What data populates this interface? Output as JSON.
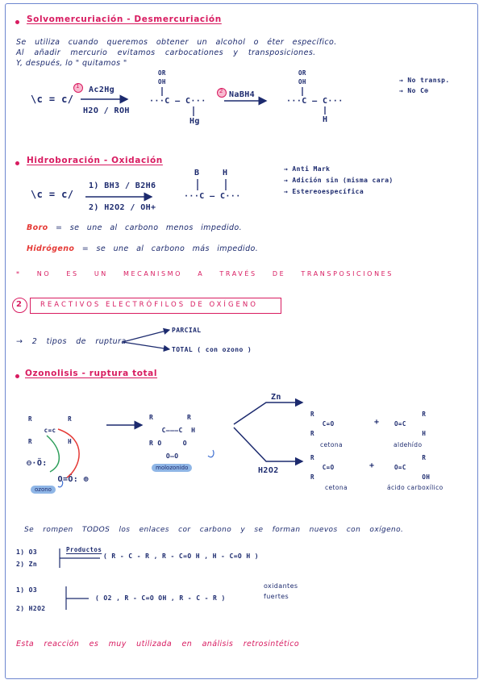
{
  "s1": {
    "title": "Solvomercuriación - Desmercuriación",
    "line1": "Se utiliza cuando queremos obtener un alcohol o éter específico.",
    "line2": "Al añadir mercurio evitamos carbocationes y transposiciones.",
    "line3": "Y, después, lo \" quitamos \"",
    "alkene": "\\c = c/",
    "step1_num": "1",
    "reagent1": "Ac2Hg",
    "solvent1": "H2O / ROH",
    "or1": "OR",
    "oh1": "OH",
    "hg_label": "Hg",
    "step2_num": "2",
    "reagent2": "NaBH4",
    "or2": "OR",
    "oh2": "OH",
    "h_label": "H",
    "note1": "→ No transp.",
    "note2": "→ No C⊕"
  },
  "s2": {
    "title": "Hidroboración - Oxidación",
    "alkene": "\\c = c/",
    "step1": "1) BH3 / B2H6",
    "step2": "2) H2O2 / OH+",
    "b_label": "B",
    "h_label": "H",
    "note1": "→ Anti Mark",
    "note2": "→ Adición sin (misma cara)",
    "note3": "→ Estereoespecífica",
    "boro_word": "Boro",
    "boro_rest": "= se une al carbono menos impedido.",
    "hidro_word": "Hidrógeno",
    "hidro_rest": "= se une al carbono más impedido.",
    "no_transp": "* NO ES UN MECANISMO A TRAVÉS DE TRANSPOSICIONES"
  },
  "s3": {
    "number": "2",
    "title": "REACTIVOS ELECTRÓFILOS DE OXÍGENO",
    "rupture": "→ 2 tipos de ruptura",
    "partial": "PARCIAL",
    "total": "TOTAL ( con ozono )"
  },
  "s4": {
    "title": "Ozonolisis - ruptura total",
    "ozono_label": "ozono",
    "molozonido_label": "molozonido",
    "zn": "Zn",
    "h2o2": "H2O2",
    "cetona1": "cetona",
    "aldehido": "aldehído",
    "cetona2": "cetona",
    "acido": "ácido carboxílico",
    "summary": "Se rompen TODOS los enlaces cor carbono y se forman nuevos con oxígeno.",
    "case1_a": "1) O3",
    "case1_b": "2) Zn",
    "productos": "Productos",
    "case1_products": "( R - C - R ,   R - C=O H ,   H - C=O H )",
    "case2_a": "1) O3",
    "case2_b": "2) H2O2",
    "case2_products": "( O2 ,  R - C=O OH ,   R - C - R )",
    "oxidantes1": "oxidantes",
    "oxidantes2": "fuertes",
    "footer": "Esta reacción es muy utilizada en análisis retrosintético"
  },
  "colors": {
    "pink": "#d81b60",
    "red": "#e53935",
    "navy": "#1c2a6e",
    "frame": "#6d86cf",
    "pill": "#8fb6e6"
  }
}
